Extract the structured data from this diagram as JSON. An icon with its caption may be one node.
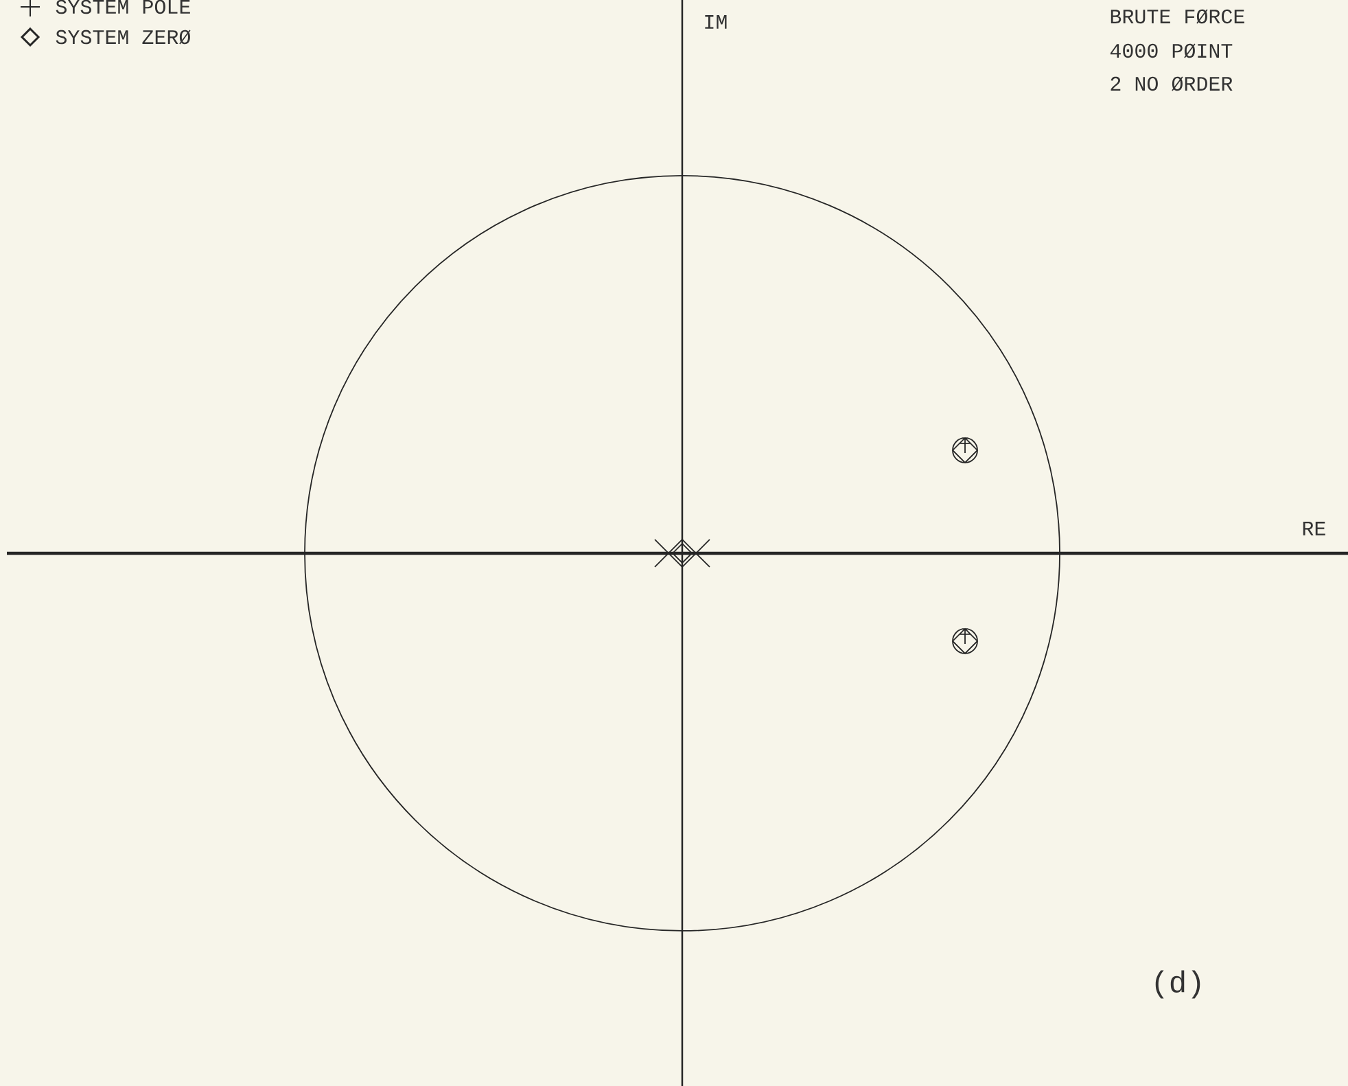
{
  "diagram": {
    "labels": [
      "IM",
      "BRUTE FØRCE",
      "4000 PØINT",
      "2 NO ØRDER",
      "RE",
      "(d)"
    ],
    "legend": [
      {
        "text": "SYSTEM POLE"
      },
      {
        "text": "SYSTEM ZERØ"
      }
    ]
  }
}
